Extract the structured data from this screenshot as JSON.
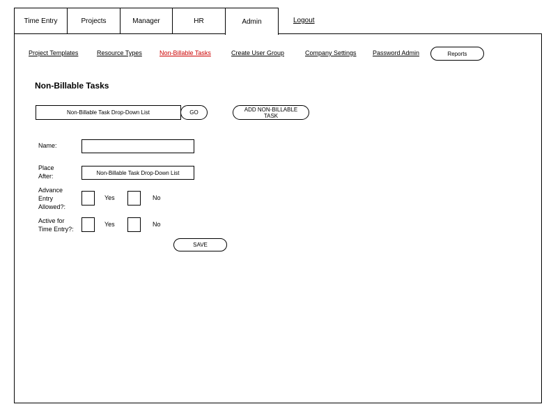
{
  "tabs": [
    "Time Entry",
    "Projects",
    "Manager",
    "HR",
    "Admin"
  ],
  "active_tab": "Admin",
  "logout_label": "Logout",
  "subnav": {
    "items": [
      "Project Templates",
      "Resource Types",
      "Non-Billable Tasks",
      "Create User Group",
      "Company Settings",
      "Password Admin"
    ],
    "active": "Non-Billable Tasks",
    "reports_label": "Reports"
  },
  "page_title": "Non-Billable Tasks",
  "task_select": {
    "value": "Non-Billable Task Drop-Down List",
    "go_label": "GO",
    "add_label": "ADD NON-BILLABLE TASK"
  },
  "form": {
    "name_label": "Name:",
    "name_value": "",
    "place_after_label_line1": "Place",
    "place_after_label_line2": "After:",
    "place_after_value": "Non-Billable Task Drop-Down List",
    "advance_label_line1": "Advance",
    "advance_label_line2": "Entry",
    "advance_label_line3": "Allowed?:",
    "active_label_line1": "Active for",
    "active_label_line2": "Time Entry?:",
    "yes_label": "Yes",
    "no_label": "No",
    "save_label": "SAVE"
  },
  "colors": {
    "active_link": "#cc0000",
    "border": "#000000"
  }
}
